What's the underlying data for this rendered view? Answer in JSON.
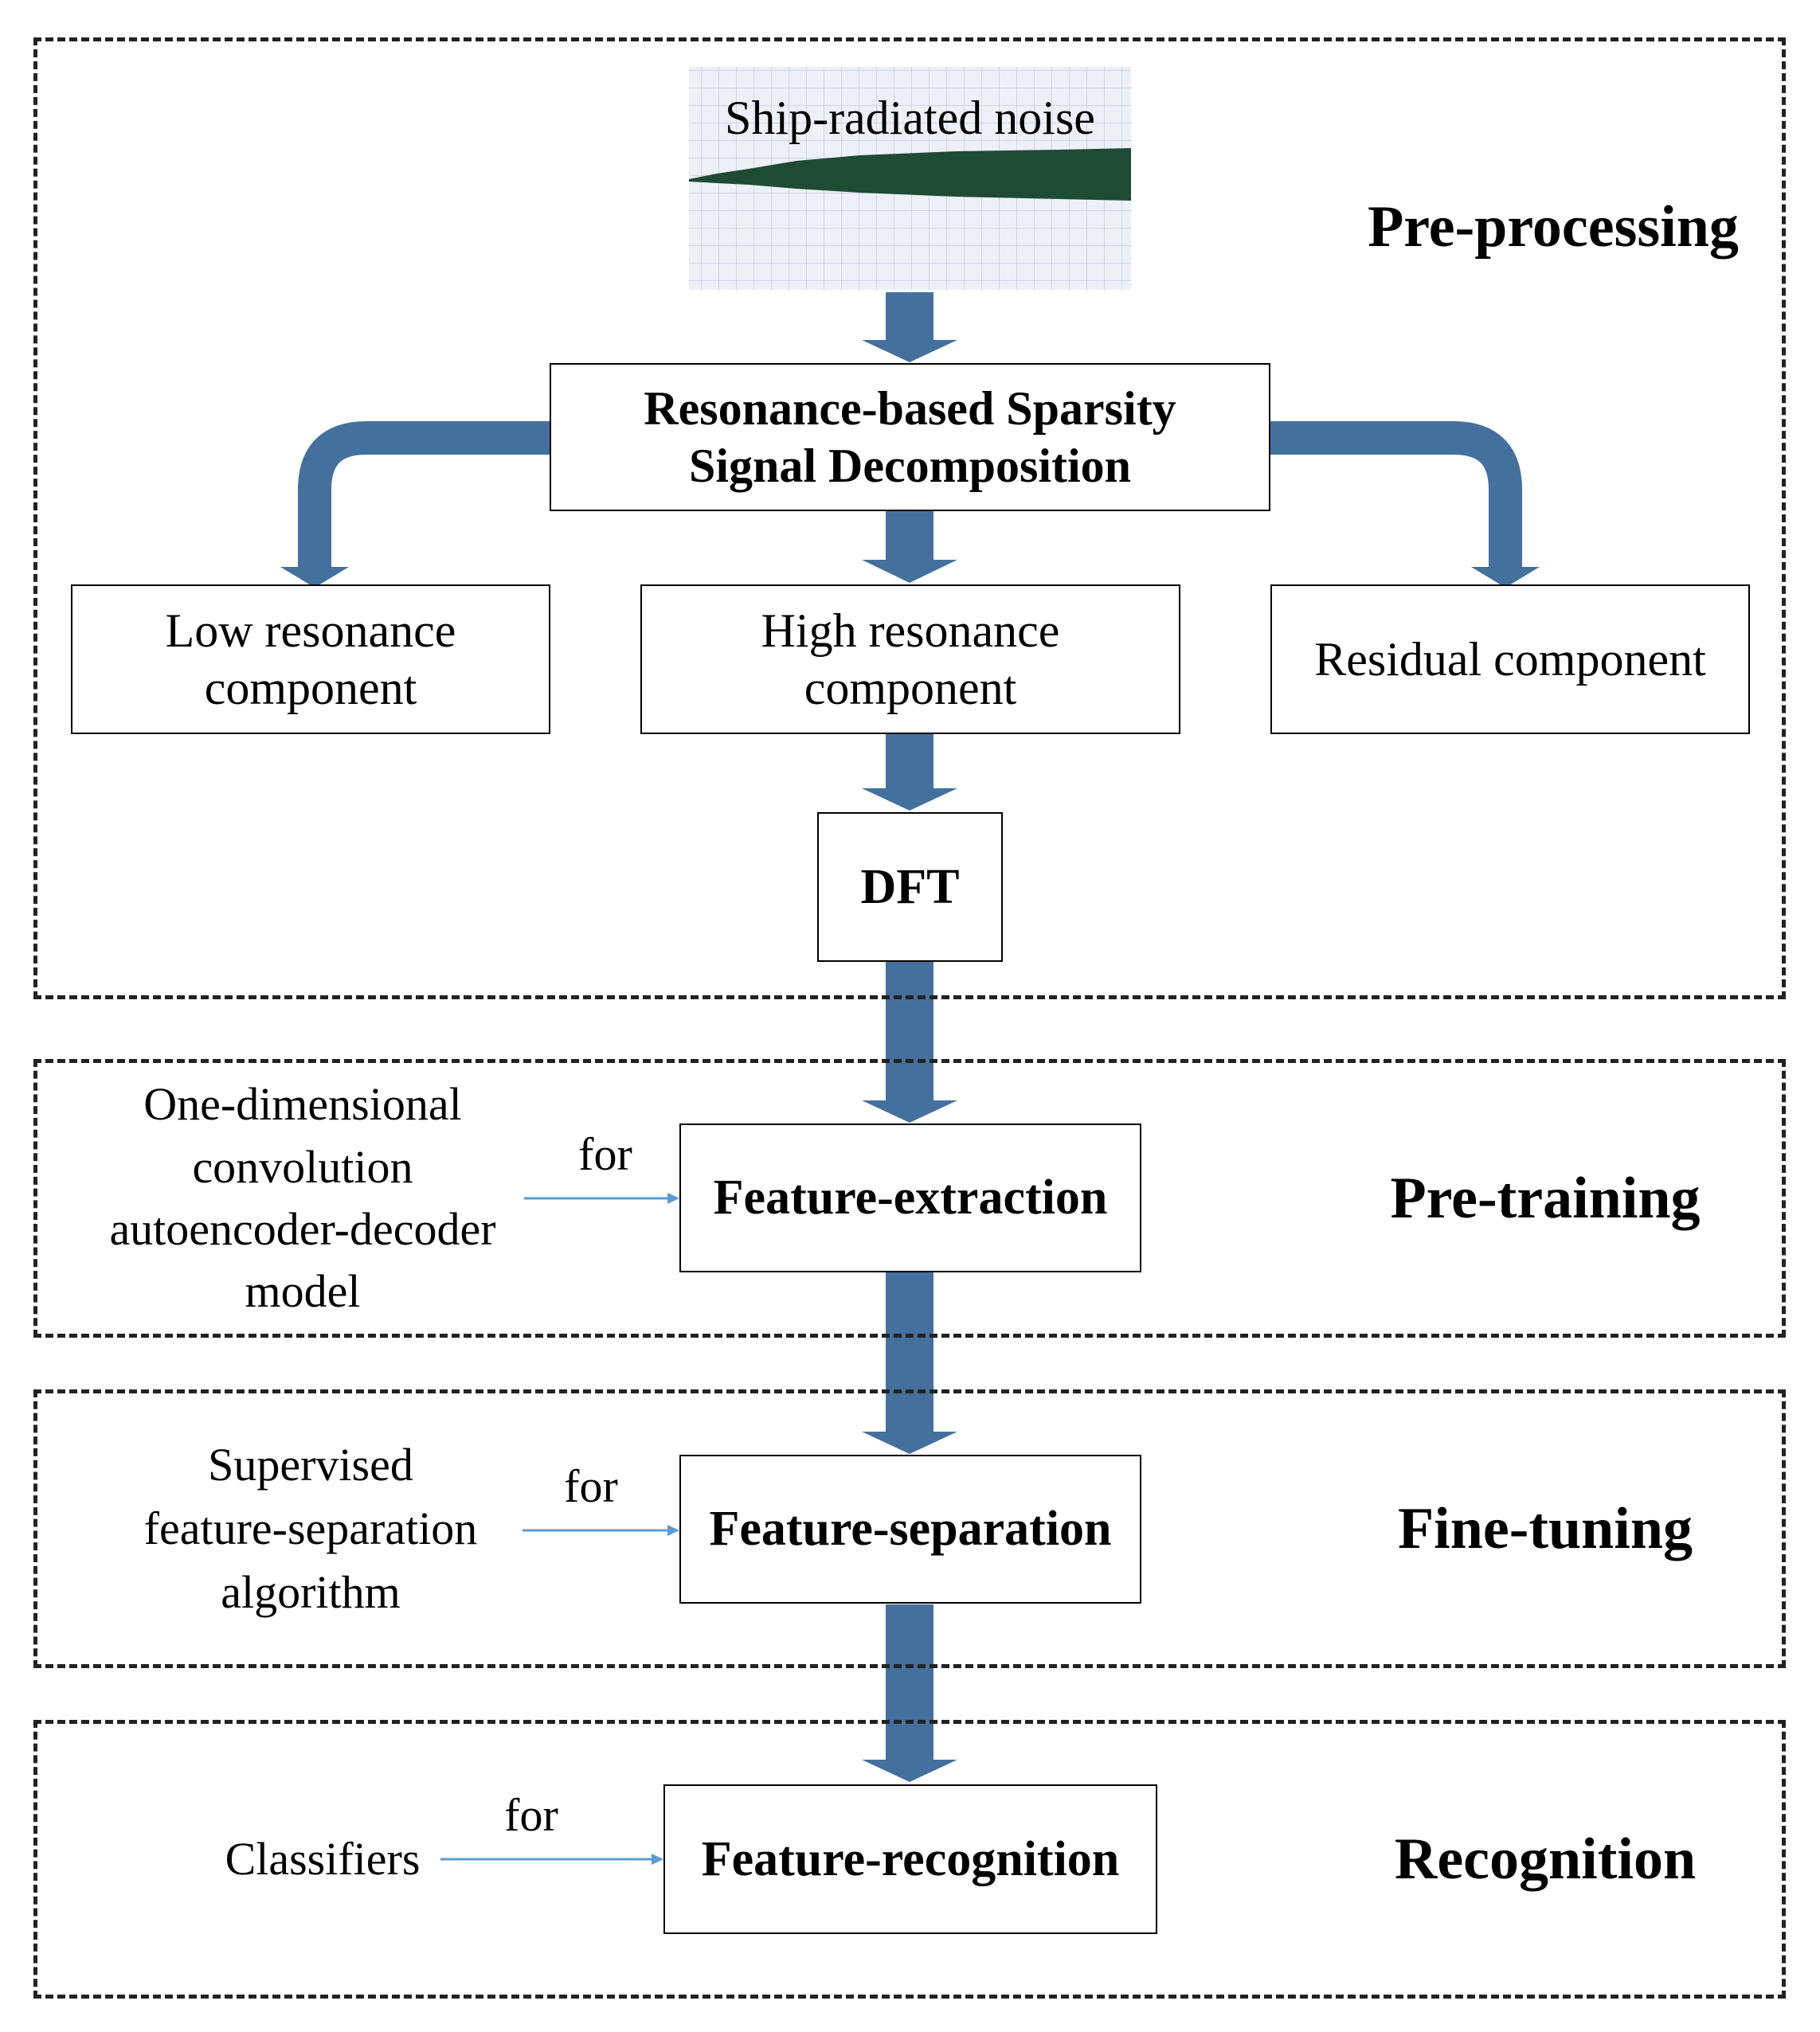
{
  "stages": {
    "preprocessing": "Pre-processing",
    "pretraining": "Pre-training",
    "finetuning": "Fine-tuning",
    "recognition": "Recognition"
  },
  "input": {
    "label": "Ship-radiated noise"
  },
  "boxes": {
    "rssd": "Resonance-based Sparsity\nSignal Decomposition",
    "low": "Low resonance\ncomponent",
    "high": "High resonance\ncomponent",
    "residual": "Residual component",
    "dft": "DFT",
    "feature_extraction": "Feature-extraction",
    "feature_separation": "Feature-separation",
    "feature_recognition": "Feature-recognition"
  },
  "methods": {
    "autoencoder": "One-dimensional\nconvolution\nautoencoder-decoder\nmodel",
    "supervised": "Supervised\nfeature-separation\nalgorithm",
    "classifiers": "Classifiers"
  },
  "for_labels": [
    "for",
    "for",
    "for"
  ],
  "colors": {
    "arrow": "#44709e",
    "thin_arrow": "#5b9bd5",
    "waveform": "#1f4a35",
    "dashed_border": "#222222"
  }
}
